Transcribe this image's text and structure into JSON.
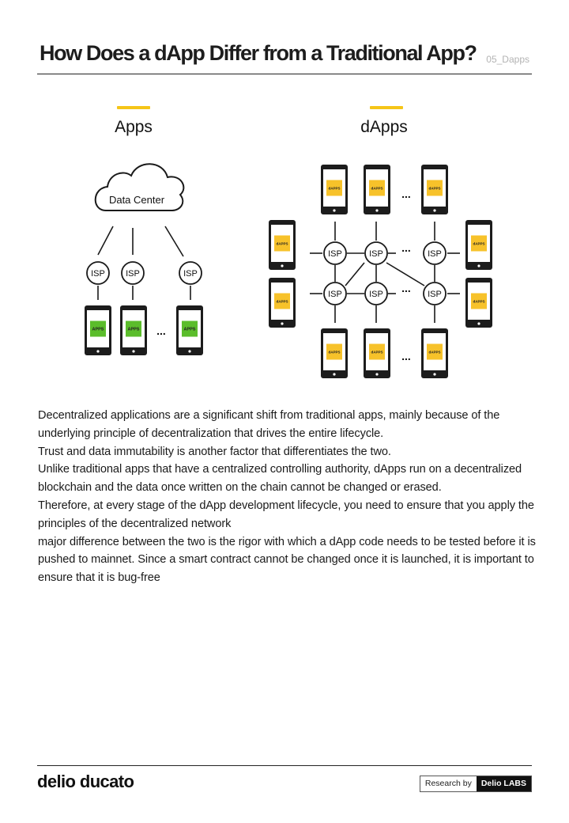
{
  "header": {
    "title": "How Does a dApp Differ from a Traditional App?",
    "page_tag": "05_Dapps"
  },
  "diagram": {
    "apps": {
      "heading": "Apps",
      "cloud_label": "Data Center",
      "isp_label": "ISP",
      "device_label": "APPS",
      "ellipsis": "..."
    },
    "dapps": {
      "heading": "dApps",
      "isp_label": "ISP",
      "device_label": "dAPPS",
      "ellipsis": "..."
    },
    "colors": {
      "accent_yellow": "#f5c518",
      "apps_green": "#5bbd2b",
      "dapps_yellow": "#f7c22a",
      "line": "#1a1a1a"
    }
  },
  "body": {
    "paragraphs": [
      "Decentralized applications are a significant shift from traditional apps, mainly because of the underlying principle of decentralization that drives the entire lifecycle.",
      "Trust and data immutability is another factor that differentiates the two.",
      "Unlike traditional apps that have a centralized controlling authority, dApps run on a decentralized blockchain and the data once written on the chain cannot be changed or erased.",
      "Therefore, at every stage of the dApp development lifecycle, you need to ensure that you apply the principles of the decentralized network",
      "major difference between the two is the rigor with which a dApp code needs to be tested before it is pushed to mainnet. Since a smart contract cannot be changed once it is launched, it is important to ensure that it is bug-free"
    ]
  },
  "footer": {
    "brand": "delio ducato",
    "research_by": "Research by",
    "research_org": "Delio LABS"
  }
}
